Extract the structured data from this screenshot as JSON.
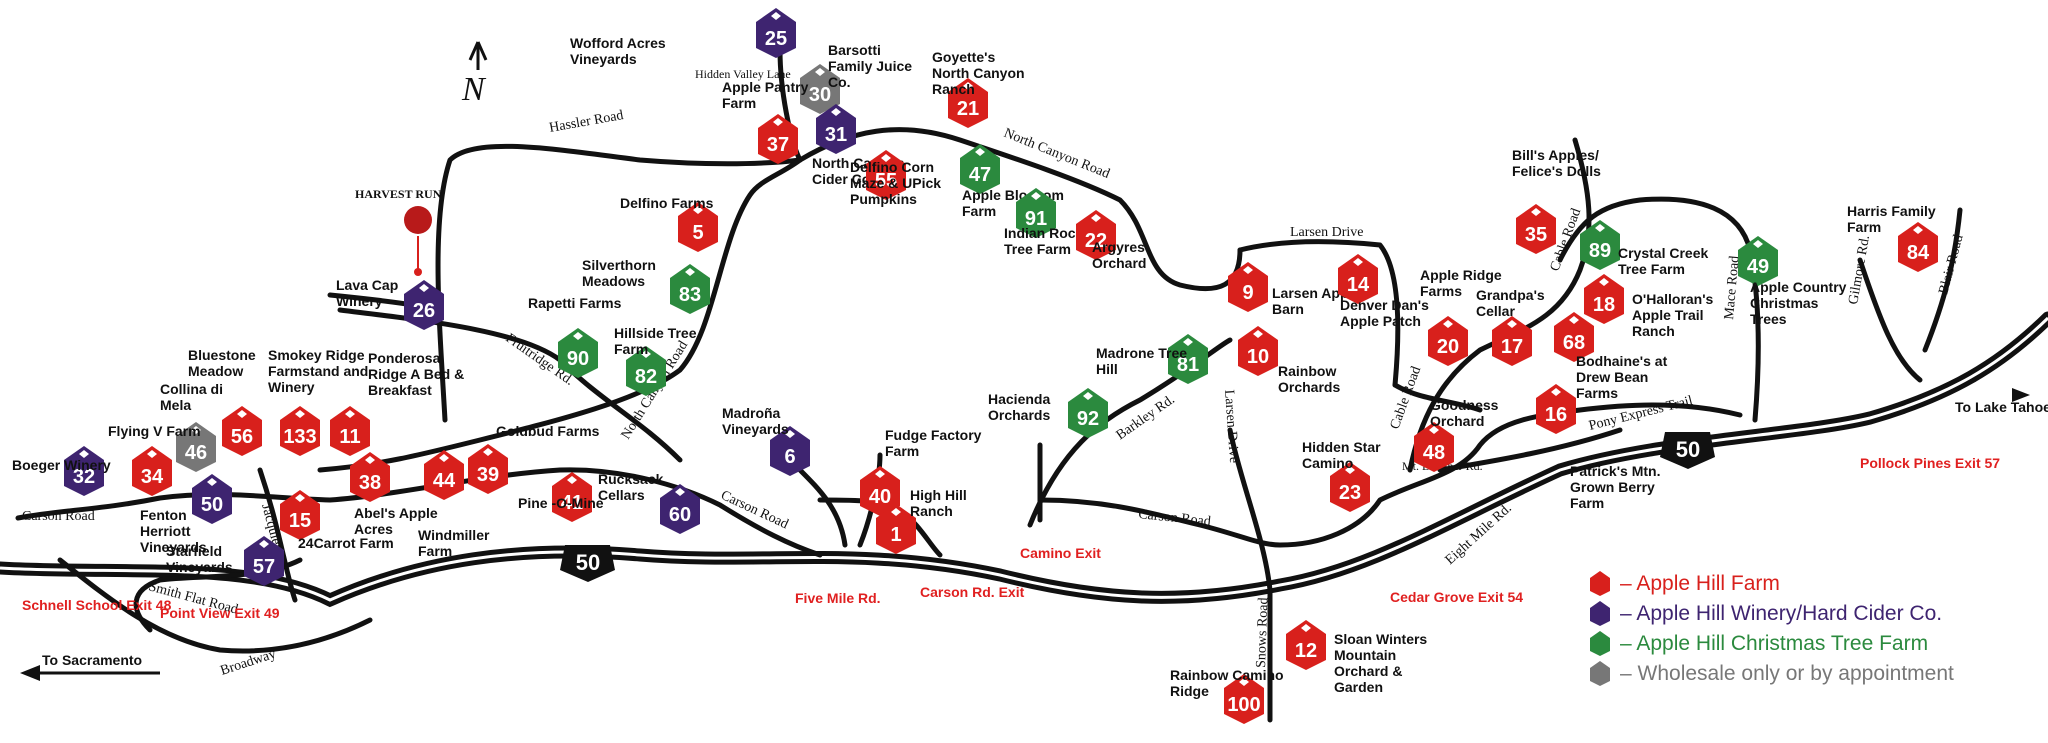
{
  "colors": {
    "farm": "#d8201c",
    "winery": "#3e2470",
    "tree": "#2b8a3e",
    "wholesale": "#777777"
  },
  "markers": [
    {
      "num": "25",
      "type": "winery",
      "label": "Wofford Acres Vineyards"
    },
    {
      "num": "30",
      "type": "wholesale",
      "label": "Barsotti Family Juice Co."
    },
    {
      "num": "31",
      "type": "winery",
      "label": "North Canyon Cider Co."
    },
    {
      "num": "37",
      "type": "farm",
      "label": "Apple Pantry Farm"
    },
    {
      "num": "21",
      "type": "farm",
      "label": "Goyette's North Canyon Ranch"
    },
    {
      "num": "55",
      "type": "farm",
      "label": "Delfino Corn Maze & UPick Pumpkins"
    },
    {
      "num": "47",
      "type": "tree",
      "label": "Apple Blossom Farm"
    },
    {
      "num": "91",
      "type": "tree",
      "label": "Indian Rock Tree Farm"
    },
    {
      "num": "22",
      "type": "farm",
      "label": "Argyres Orchard"
    },
    {
      "num": "5",
      "type": "farm",
      "label": "Delfino Farms"
    },
    {
      "num": "83",
      "type": "tree",
      "label": "Silverthorn Meadows"
    },
    {
      "num": "26",
      "type": "winery",
      "label": "Lava Cap Winery"
    },
    {
      "num": "90",
      "type": "tree",
      "label": "Rapetti Farms"
    },
    {
      "num": "82",
      "type": "tree",
      "label": "Hillside Tree Farm"
    },
    {
      "num": "56",
      "type": "farm",
      "label": "Bluestone Meadow"
    },
    {
      "num": "133",
      "type": "farm",
      "label": "Smokey Ridge Farmstand and Winery"
    },
    {
      "num": "11",
      "type": "farm",
      "label": "Ponderosa Ridge A Bed & Breakfast"
    },
    {
      "num": "46",
      "type": "wholesale",
      "label": "Collina di Mela"
    },
    {
      "num": "34",
      "type": "farm",
      "label": "Flying V Farm"
    },
    {
      "num": "32",
      "type": "winery",
      "label": "Boeger Winery"
    },
    {
      "num": "38",
      "type": "farm",
      "label": "Abel's Apple Acres"
    },
    {
      "num": "44",
      "type": "farm",
      "label": "Windmiller Farm"
    },
    {
      "num": "39",
      "type": "farm",
      "label": "Goldbud Farms"
    },
    {
      "num": "50",
      "type": "winery",
      "label": "Fenton Herriott Vineyards"
    },
    {
      "num": "15",
      "type": "farm",
      "label": "24Carrot Farm"
    },
    {
      "num": "57",
      "type": "winery",
      "label": "Starfield Vineyards"
    },
    {
      "num": "41",
      "type": "farm",
      "label": "Pine -O-Mine"
    },
    {
      "num": "60",
      "type": "winery",
      "label": "Rucksack Cellars"
    },
    {
      "num": "6",
      "type": "winery",
      "label": "Madroña Vineyards"
    },
    {
      "num": "40",
      "type": "farm",
      "label": "Fudge Factory Farm"
    },
    {
      "num": "1",
      "type": "farm",
      "label": "High Hill Ranch"
    },
    {
      "num": "81",
      "type": "tree",
      "label": "Madrone Tree Hill"
    },
    {
      "num": "92",
      "type": "tree",
      "label": "Hacienda Orchards"
    },
    {
      "num": "9",
      "type": "farm",
      "label": "Larsen Apple Barn"
    },
    {
      "num": "14",
      "type": "farm",
      "label": "Denver Dan's Apple Patch"
    },
    {
      "num": "10",
      "type": "farm",
      "label": "Rainbow Orchards"
    },
    {
      "num": "20",
      "type": "farm",
      "label": "Apple Ridge Farms"
    },
    {
      "num": "17",
      "type": "farm",
      "label": "Grandpa's Cellar"
    },
    {
      "num": "35",
      "type": "farm",
      "label": "Bill's Apples/ Felice's Dolls"
    },
    {
      "num": "89",
      "type": "tree",
      "label": "Crystal Creek Tree Farm"
    },
    {
      "num": "18",
      "type": "farm",
      "label": "O'Halloran's Apple Trail Ranch"
    },
    {
      "num": "68",
      "type": "farm",
      "label": "Bodhaine's at Drew Bean Farms"
    },
    {
      "num": "49",
      "type": "tree",
      "label": "Apple Country Christmas Trees"
    },
    {
      "num": "84",
      "type": "farm",
      "label": "Harris Family Farm"
    },
    {
      "num": "48",
      "type": "farm",
      "label": "Goodness Orchard"
    },
    {
      "num": "23",
      "type": "farm",
      "label": "Hidden Star Camino"
    },
    {
      "num": "16",
      "type": "farm",
      "label": "Patrick's Mtn. Grown Berry Farm"
    },
    {
      "num": "12",
      "type": "farm",
      "label": "Sloan Winters Mountain Orchard & Garden"
    },
    {
      "num": "100",
      "type": "farm",
      "label": "Rainbow Camino Ridge"
    }
  ],
  "roads": [
    "Hassler Road",
    "North Canyon Road",
    "Larsen Drive",
    "Fruitridge Rd.",
    "North Canyon Road",
    "Carson Road",
    "Carson Road",
    "Carson Road",
    "Barkley Rd.",
    "Larsen Drive",
    "Cable Road",
    "Cable Road",
    "Mace Road",
    "Gilmore Rd.",
    "Blair Road",
    "Pony Express Trail",
    "Jacquier Rd.",
    "Smith Flat Road",
    "Broadway",
    "Snows Road",
    "Eight Mile Rd.",
    "Mt. Danaher Rd.",
    "Hidden Valley Lane"
  ],
  "exits": [
    "Schnell School Exit 48",
    "Point View Exit 49",
    "Five Mile Rd.",
    "Carson Rd. Exit",
    "Camino Exit",
    "Cedar Grove Exit 54",
    "Pollock Pines Exit 57"
  ],
  "directions": {
    "west": "To Sacramento",
    "east": "To Lake Tahoe",
    "north": "N"
  },
  "highway": "50",
  "harvest_run": "HARVEST RUN",
  "legend": [
    {
      "text": "– Apple Hill Farm",
      "color": "#d8201c"
    },
    {
      "text": "– Apple Hill Winery/Hard Cider Co.",
      "color": "#3e2470"
    },
    {
      "text": "– Apple Hill Christmas Tree Farm",
      "color": "#2b8a3e"
    },
    {
      "text": "– Wholesale only or by appointment",
      "color": "#777777"
    }
  ]
}
